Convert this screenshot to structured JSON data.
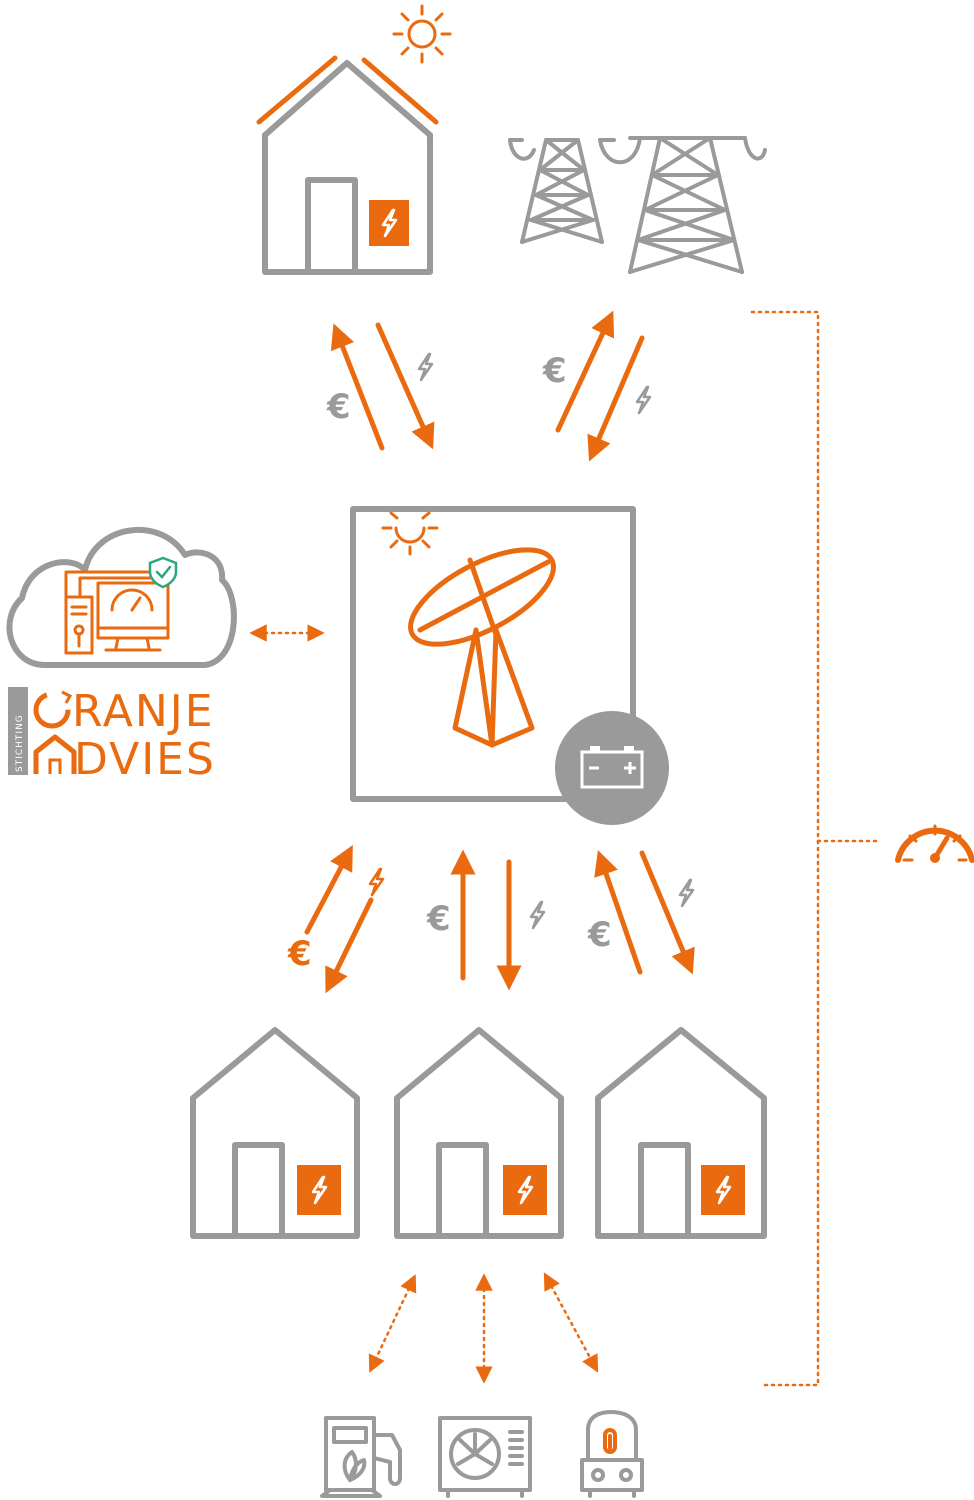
{
  "diagram": {
    "currency_symbol": "€",
    "logo": {
      "top_word": "RANJE",
      "bottom_word": "DVIES",
      "prefix": "STICHTING"
    },
    "colors": {
      "accent": "#ea6a10",
      "neutral": "#9a9a9a",
      "check": "#2aa77b"
    },
    "icons": [
      "sun-icon",
      "house-icon",
      "power-pylon-icon",
      "lightning-icon",
      "euro-icon",
      "cloud-icon",
      "computer-icon",
      "shield-check-icon",
      "speedometer-icon",
      "wind-turbine-icon",
      "battery-icon",
      "ev-charger-icon",
      "heat-pump-icon",
      "water-heater-icon"
    ]
  }
}
